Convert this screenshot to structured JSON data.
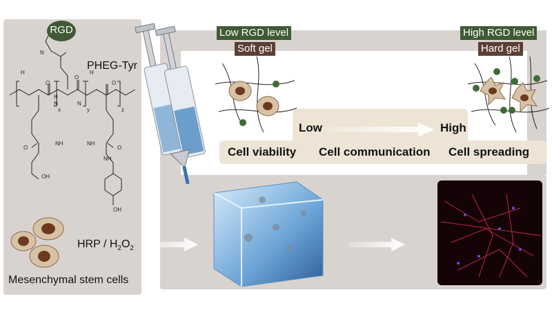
{
  "polymer": {
    "rgd_label": "RGD",
    "name": "PHEG-Tyr",
    "atom_labels": [
      "H",
      "O",
      "N",
      "H",
      "N",
      "O",
      "H",
      "N",
      "O",
      "NH",
      "O",
      "NH",
      "O",
      "NH",
      "OH",
      "OH"
    ],
    "subscripts": [
      "x",
      "y",
      "z"
    ]
  },
  "crosslink": {
    "label_prefix": "HRP / H",
    "label_sub1": "2",
    "label_mid": "O",
    "label_sub2": "2"
  },
  "cells": {
    "label": "Mesenchymal stem cells"
  },
  "gels": {
    "low": {
      "level": "Low RGD level",
      "type": "Soft gel"
    },
    "high": {
      "level": "High RGD level",
      "type": "Hard gel"
    }
  },
  "gradient": {
    "low": "Low",
    "high": "High"
  },
  "properties": [
    "Cell viability",
    "Cell communication",
    "Cell spreading"
  ],
  "colors": {
    "panel": "#d9d3d0",
    "tag_green": "#3f5a34",
    "tag_brown": "#5c3f35",
    "node_green": "#3f6b37",
    "cell_brown": "#6b3a1f",
    "hydrogel_blue": "#6aa3d6",
    "fluorescence_red": "#e0304a",
    "property_bar": "#ede4d6"
  }
}
